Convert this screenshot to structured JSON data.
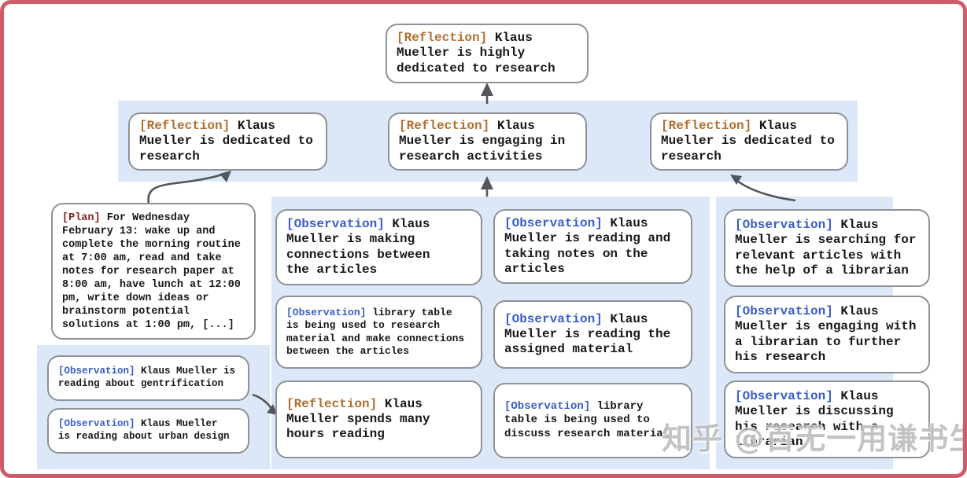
{
  "colors": {
    "frame_border": "#d05c69",
    "panel_blue": "#dce8f7",
    "node_border": "#8e9196",
    "arrow": "#53565c",
    "reflection_tag": "#b06f30",
    "observation_tag": "#3a5dc9",
    "plan_tag": "#8b2121"
  },
  "nodes": {
    "root": {
      "tag": "[Reflection]",
      "text": " Klaus\nMueller is highly\ndedicated to research"
    },
    "l2_left": {
      "tag": "[Reflection]",
      "text": " Klaus\nMueller is dedicated to\nresearch"
    },
    "l2_mid": {
      "tag": "[Reflection]",
      "text": " Klaus\nMueller is engaging in\nresearch activities"
    },
    "l2_right": {
      "tag": "[Reflection]",
      "text": " Klaus\nMueller is dedicated to\nresearch"
    },
    "plan": {
      "tag": "[Plan]",
      "text": " For Wednesday\nFebruary 13: wake up and\ncomplete the morning routine\nat 7:00 am, read and take\nnotes for research paper at\n8:00 am, have lunch at 12:00\npm, write down ideas or\nbrainstorm potential\nsolutions at 1:00 pm, [...]"
    },
    "bl_obs1": {
      "tag": "[Observation]",
      "text": " Klaus Mueller is\nreading about gentrification"
    },
    "bl_obs2": {
      "tag": "[Observation]",
      "text": " Klaus Mueller\nis reading about urban design"
    },
    "mid_connections": {
      "tag": "[Observation]",
      "text": " Klaus\nMueller is making\nconnections between\nthe articles"
    },
    "mid_notes": {
      "tag": "[Observation]",
      "text": " Klaus\nMueller is reading and\ntaking notes on the\narticles"
    },
    "mid_table_research": {
      "tag": "[Observation]",
      "text": " library table\nis being used to research\nmaterial and make connections\nbetween the articles"
    },
    "mid_assigned": {
      "tag": "[Observation]",
      "text": " Klaus\nMueller is reading the\nassigned material"
    },
    "mid_hours": {
      "tag": "[Reflection]",
      "text": " Klaus\nMueller spends many\nhours reading"
    },
    "mid_table_discuss": {
      "tag": "[Observation]",
      "text": " library\ntable is being used to\ndiscuss research material"
    },
    "right_search": {
      "tag": "[Observation]",
      "text": " Klaus\nMueller is searching for\nrelevant articles with\nthe help of a librarian"
    },
    "right_engage": {
      "tag": "[Observation]",
      "text": " Klaus\nMueller is engaging with\na librarian to further\nhis research"
    },
    "right_discuss": {
      "tag": "[Observation]",
      "text": " Klaus\nMueller is discussing\nhis research with a\nlibrarian"
    }
  },
  "watermark": {
    "text": "知乎 @百无一用谦书生"
  }
}
